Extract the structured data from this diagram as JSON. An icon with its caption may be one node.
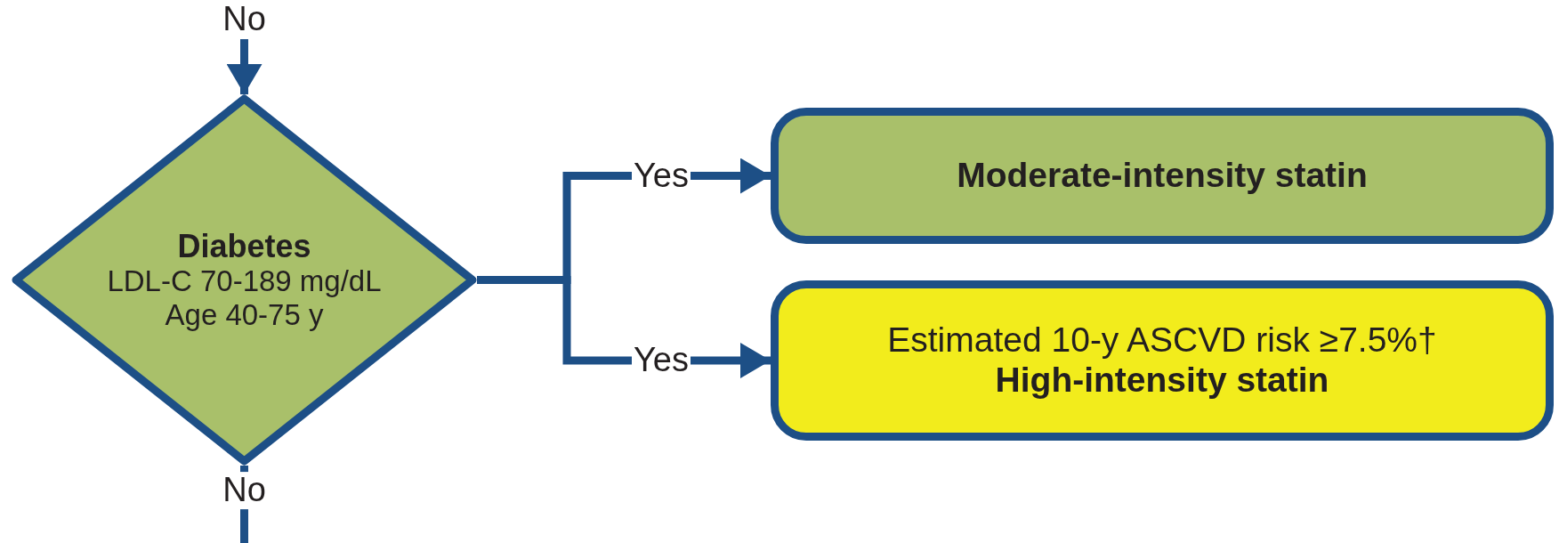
{
  "diagram": {
    "nodes": [
      {
        "text": [
          "Diabetes",
          "LDL-C 70-189 mg/dL",
          "Age 40-75 y"
        ]
      },
      {
        "text": [
          "Moderate-intensity statin"
        ]
      },
      {
        "text": [
          "Estimated 10-y ASCVD risk ≥7.5%†",
          "High-intensity statin"
        ]
      }
    ],
    "edges": [
      {
        "from": null,
        "to": 0,
        "arrow": "to",
        "label": "No"
      },
      {
        "from": 0,
        "to": 1,
        "arrow": "to",
        "label": "Yes"
      },
      {
        "from": 0,
        "to": 2,
        "arrow": "to",
        "label": "Yes"
      },
      {
        "from": 0,
        "to": null,
        "arrow": "none",
        "label": "No"
      }
    ]
  }
}
